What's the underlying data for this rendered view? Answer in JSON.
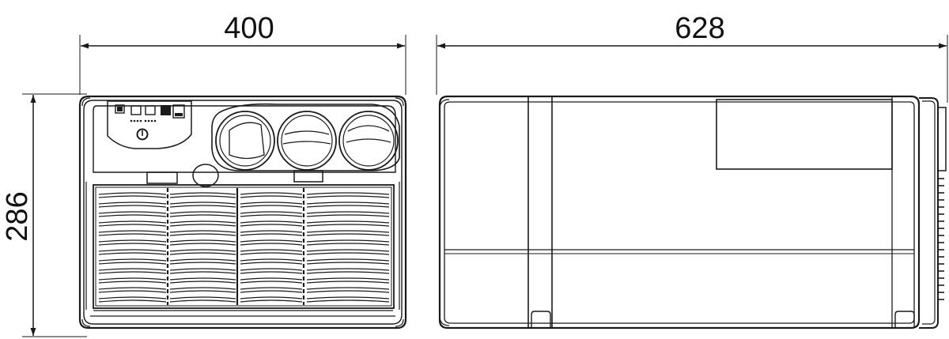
{
  "dimensions": {
    "front_width": "400",
    "side_length": "628",
    "height": "286"
  },
  "colors": {
    "line": "#1a1a1a",
    "background": "#ffffff"
  },
  "views": [
    "front-view",
    "side-view"
  ]
}
